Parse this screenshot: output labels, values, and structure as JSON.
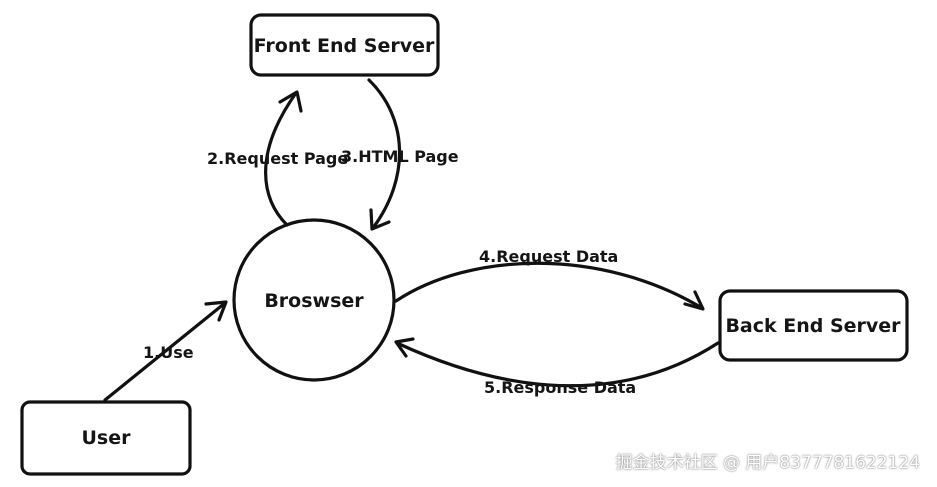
{
  "nodes": {
    "front_end_server": "Front End Server",
    "browser": "Broswser",
    "back_end_server": "Back End Server",
    "user": "User"
  },
  "edges": {
    "use": "1.Use",
    "request_page": "2.Request Page",
    "html_page": "3.HTML Page",
    "request_data": "4.Request Data",
    "response_data": "5.Response Data"
  },
  "watermark": "掘金技术社区 @ 用户8377781622124"
}
